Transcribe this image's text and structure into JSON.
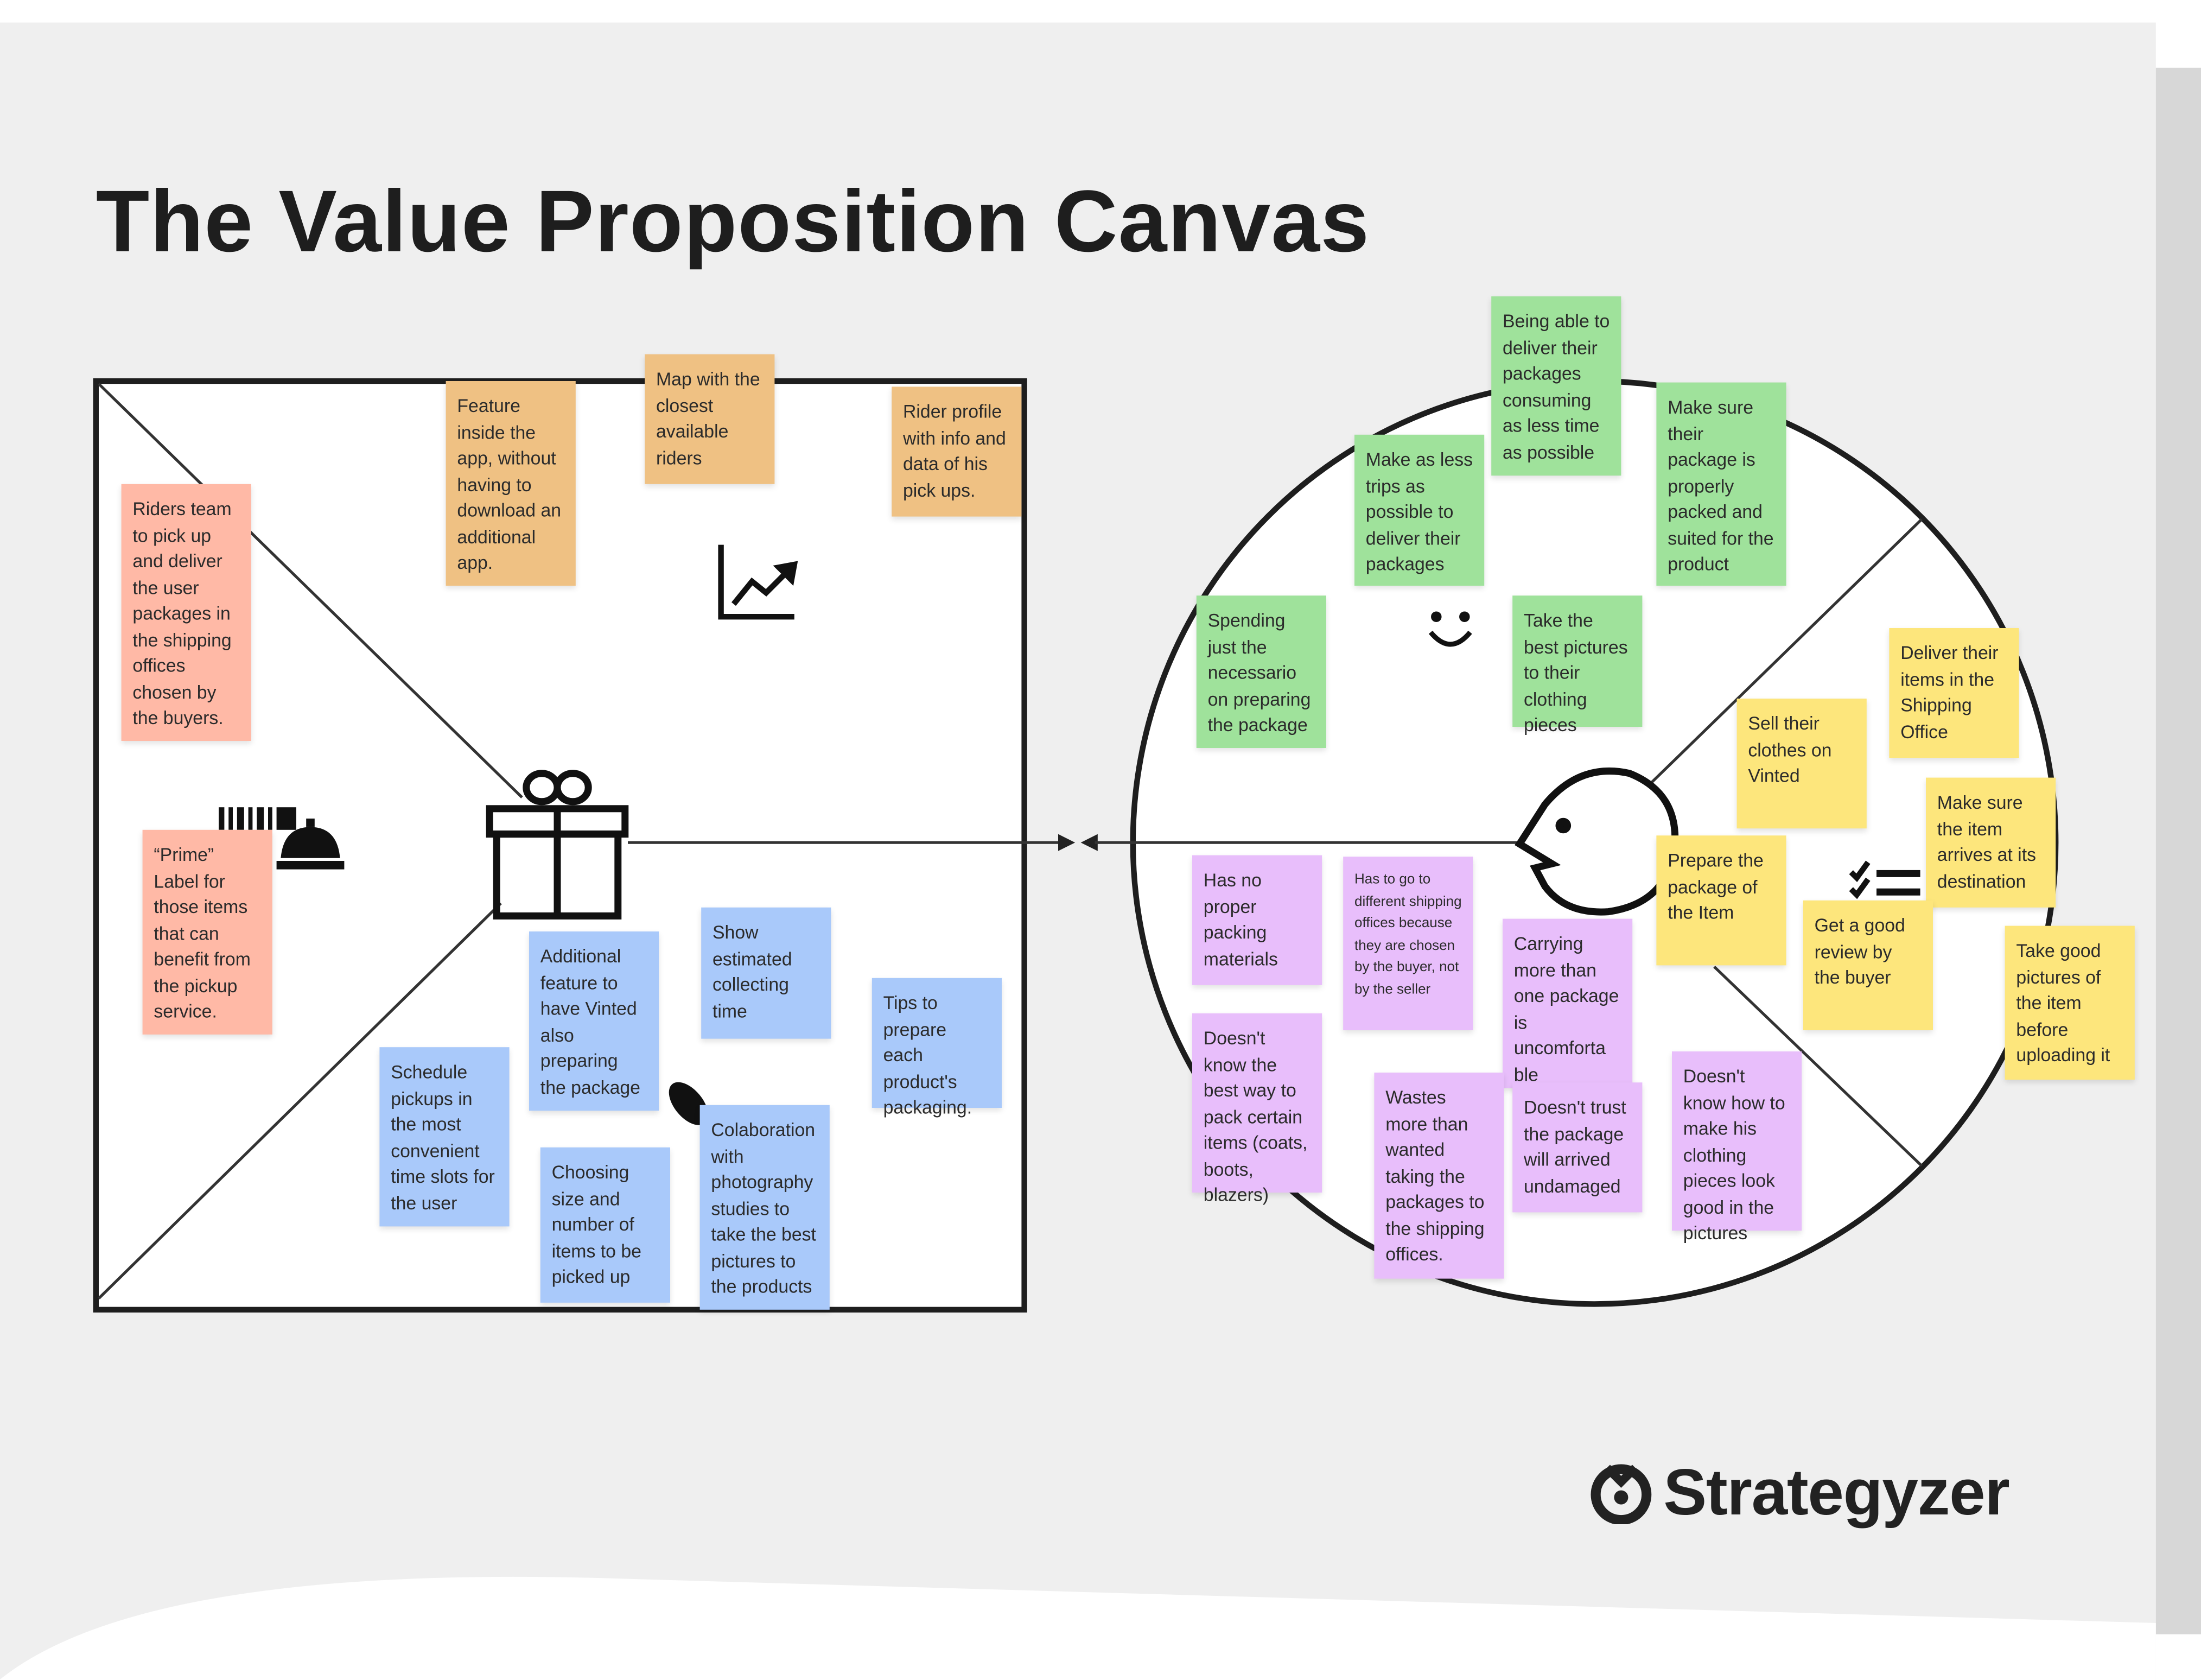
{
  "title": "The Value Proposition Canvas",
  "logo": "Strategyzer",
  "colors": {
    "background": "#efefef",
    "gain_creators": "#efc183",
    "pain_relievers": "#ffb9a6",
    "products": "#a9c9fa",
    "gains": "#9fe29b",
    "jobs": "#fde67c",
    "pains": "#e8befb"
  },
  "value_map": {
    "pain_relievers": [
      "Riders team to pick up and deliver the user packages in the shipping offices chosen by the buyers.",
      "“Prime” Label for those items that can benefit from the pickup service."
    ],
    "gain_creators": [
      "Feature inside the app, without having to download an additional app.",
      "Map with the closest available riders",
      "Rider profile with info and data of his pick ups."
    ],
    "products_services": [
      "Additional feature to have Vinted also preparing the package",
      "Show estimated collecting time",
      "Tips to prepare each product's packaging.",
      "Schedule pickups in the most convenient time slots for the user",
      "Choosing size and number of items to be picked up",
      "Colaboration with photography studies to take the best pictures to the products"
    ]
  },
  "customer_profile": {
    "gains": [
      "Being able to deliver their packages consuming as less time as possible",
      "Make as less trips as possible to deliver their packages",
      "Make sure their package is properly packed and suited for the product",
      "Spending just the necessario on preparing the package",
      "Take the best pictures to their clothing pieces"
    ],
    "jobs": [
      "Sell their clothes on Vinted",
      "Deliver their items in the Shipping Office",
      "Prepare the package of the Item",
      "Make sure the item arrives at its destination",
      "Get a good review by the buyer",
      "Take good pictures of the item before uploading it"
    ],
    "pains": [
      "Has no proper packing materials",
      "Has to go to different shipping offices because they are chosen by the buyer, not by the seller",
      "Carrying more than one package is uncomforta ble",
      "Doesn't know the best way to pack certain items (coats, boots, blazers)",
      "Wastes more than wanted taking the packages to the shipping offices.",
      "Doesn't trust the package will arrived undamaged",
      "Doesn't know how to make his clothing pieces look good in the pictures"
    ]
  }
}
